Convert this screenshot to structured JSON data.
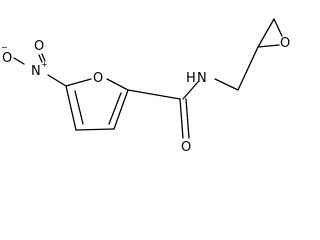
{
  "molecule": {
    "atoms": {
      "nitro_oxygen": "O",
      "nitro_oxygen_charge": "−",
      "nitro_nitrogen": "N",
      "nitro_nitrogen_charge": "+",
      "nitro_double_oxygen": "O",
      "furan_oxygen": "O",
      "amide_nitrogen_h": "H",
      "amide_nitrogen": "N",
      "carbonyl_oxygen": "O",
      "epoxide_oxygen": "O"
    }
  },
  "colors": {
    "bond": "#000000",
    "background": "#ffffff"
  }
}
